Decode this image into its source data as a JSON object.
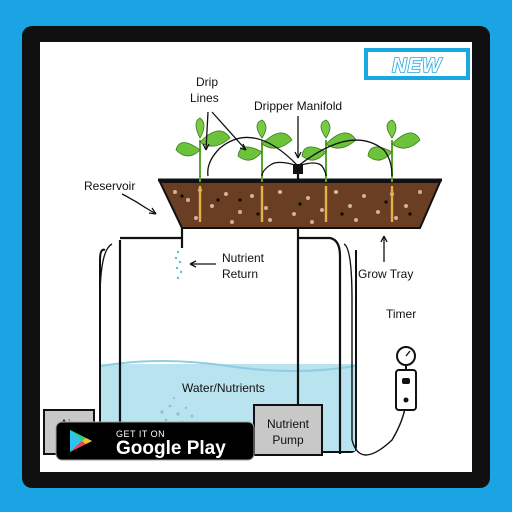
{
  "badge": {
    "text": "NEW"
  },
  "labels": {
    "drip_lines": [
      "Drip",
      "Lines"
    ],
    "dripper_manifold": "Dripper Manifold",
    "reservoir": "Reservoir",
    "nutrient_return": [
      "Nutrient",
      "Return"
    ],
    "grow_tray": "Grow Tray",
    "timer": "Timer",
    "water_nutrients": "Water/Nutrients",
    "nutrient_pump": [
      "Nutrient",
      "Pump"
    ],
    "air_pump_partial": "Ai"
  },
  "store_badge": {
    "small_text": "GET IT ON",
    "big_text": "Google Play"
  },
  "colors": {
    "frame_blue": "#1ba4e4",
    "frame_dark": "#0f0f0f",
    "water": "#b9e3ef",
    "tray": "#7a4a2a",
    "leaf": "#6cc23a",
    "pump": "#c8c8c8",
    "badge_bg": "#000000"
  }
}
